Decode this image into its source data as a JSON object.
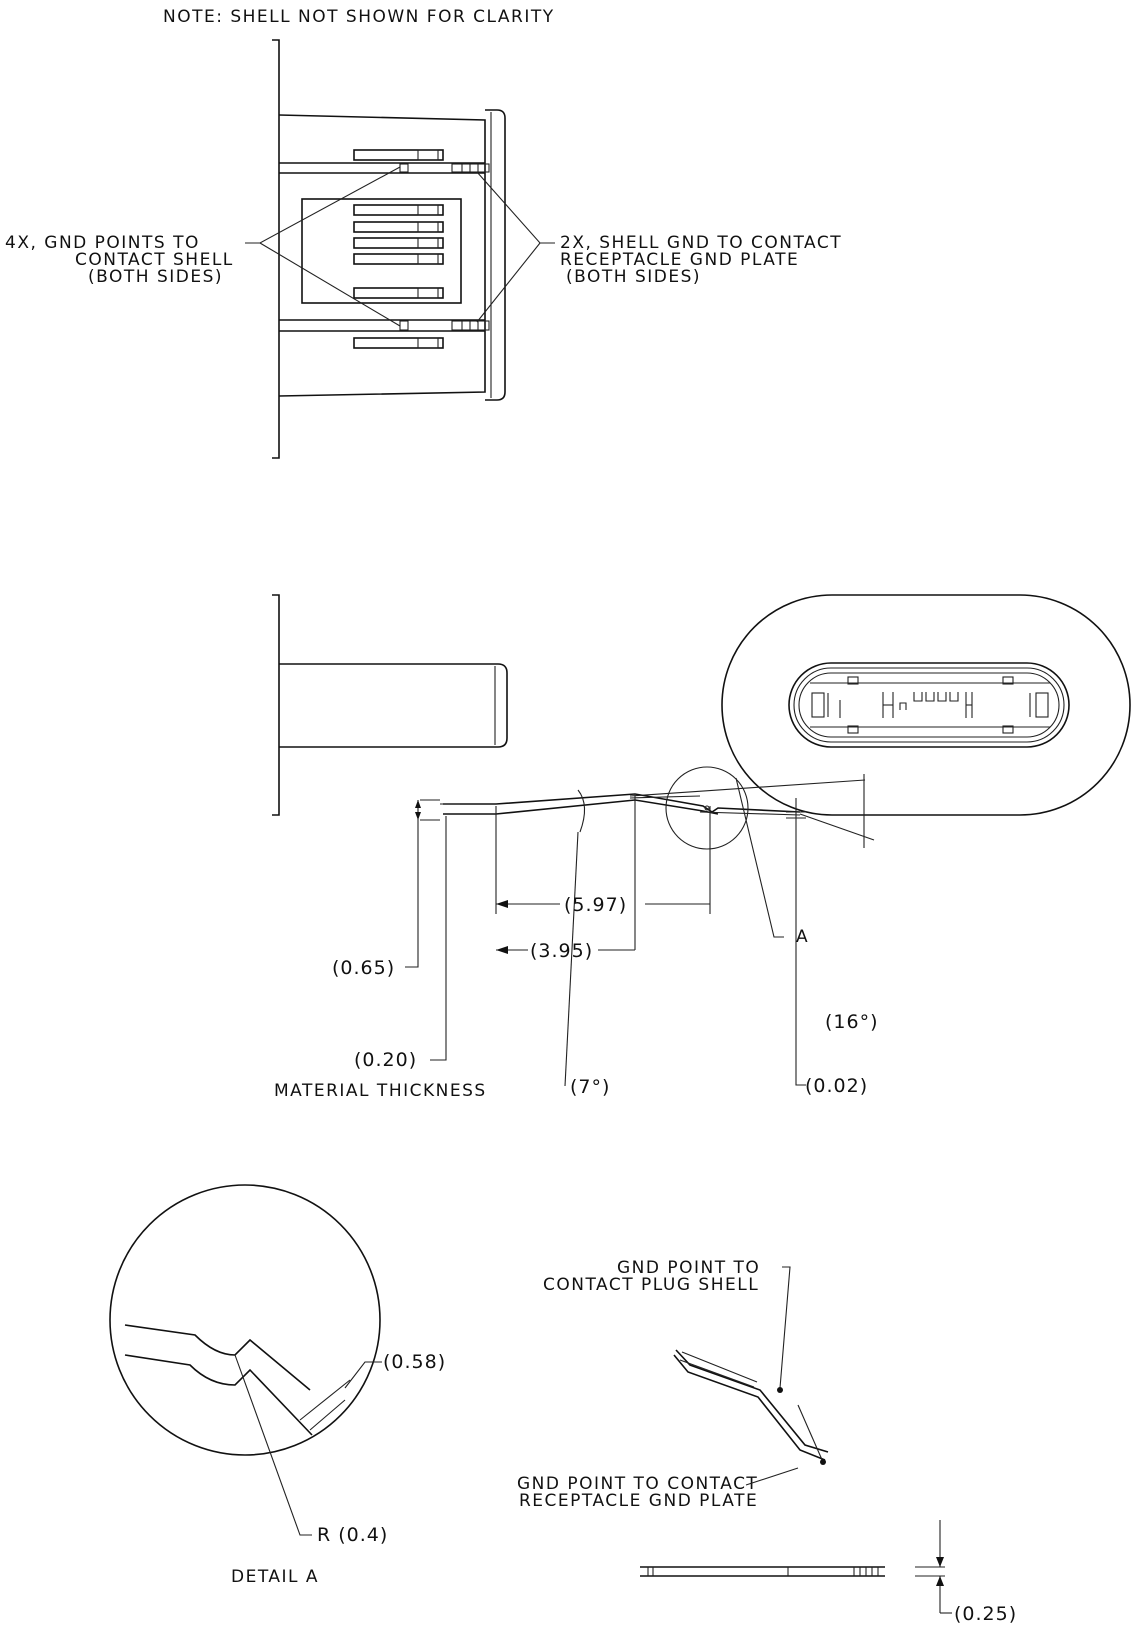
{
  "note": "NOTE: SHELL NOT SHOWN FOR CLARITY",
  "top_view": {
    "callout_left": [
      "4X, GND POINTS TO",
      "CONTACT SHELL",
      "(BOTH SIDES)"
    ],
    "callout_right": [
      "2X, SHELL GND TO CONTACT",
      "RECEPTACLE GND PLATE",
      "(BOTH SIDES)"
    ]
  },
  "profile_view": {
    "dim_597": "(5.97)",
    "dim_395": "(3.95)",
    "dim_065": "(0.65)",
    "dim_020": "(0.20)",
    "material_thickness": "MATERIAL THICKNESS",
    "angle_7": "(7°)",
    "angle_16": "(16°)",
    "dim_002": "(0.02)",
    "detail_ref": "A"
  },
  "detail_a": {
    "dim_058": "(0.58)",
    "radius": "R (0.4)",
    "title": "DETAIL A"
  },
  "iso_view": {
    "callout_top": [
      "GND POINT TO",
      "CONTACT PLUG SHELL"
    ],
    "callout_bottom": [
      "GND POINT TO CONTACT",
      "RECEPTACLE GND PLATE"
    ]
  },
  "bottom_view": {
    "dim_025": "(0.25)"
  }
}
